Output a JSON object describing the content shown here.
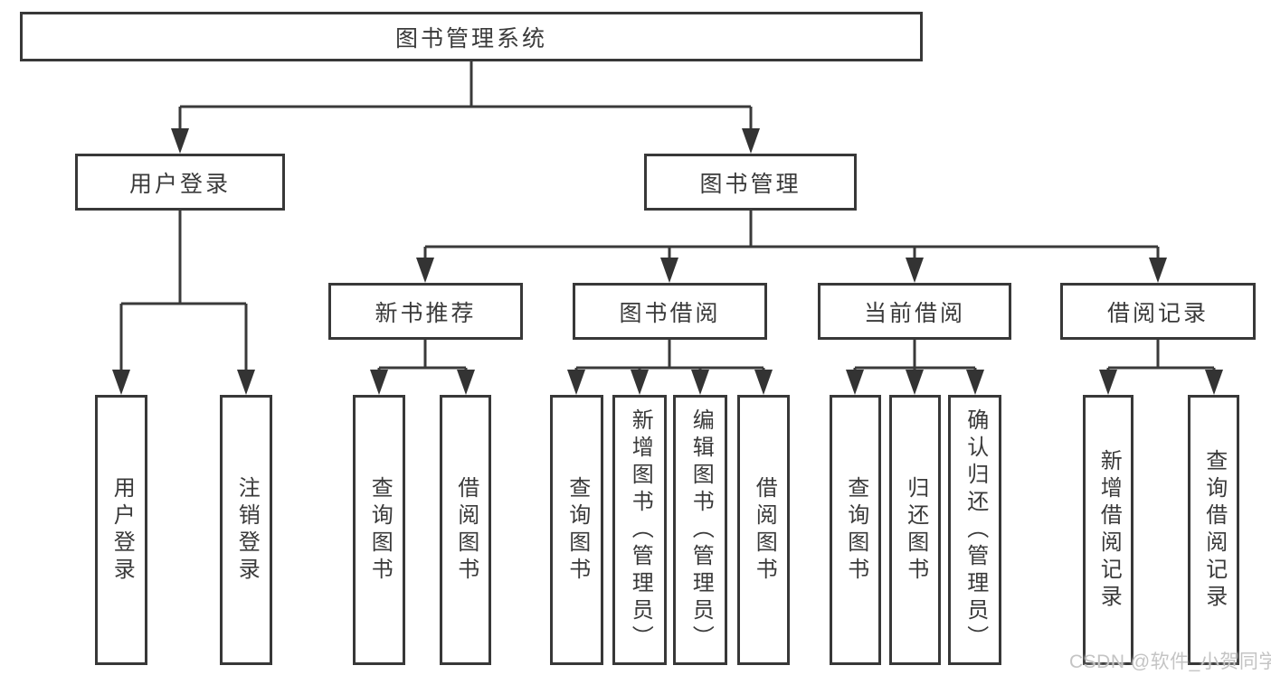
{
  "tree": {
    "root_label": "图书管理系统",
    "user_login": {
      "label": "用户登录",
      "leaves": [
        "用户登录",
        "注销登录"
      ]
    },
    "book_management": {
      "label": "图书管理",
      "sections": {
        "new_book": {
          "label": "新书推荐",
          "leaves": [
            "查询图书",
            "借阅图书"
          ]
        },
        "book_borrow": {
          "label": "图书借阅",
          "leaves": [
            "查询图书",
            "新增图书（管理员）",
            "编辑图书（管理员）",
            "借阅图书"
          ]
        },
        "current_borrow": {
          "label": "当前借阅",
          "leaves": [
            "查询图书",
            "归还图书",
            "确认归还（管理员）"
          ]
        },
        "borrow_record": {
          "label": "借阅记录",
          "leaves": [
            "新增借阅记录",
            "查询借阅记录"
          ]
        }
      }
    }
  },
  "watermark": "CSDN @软件_小贺同学",
  "colors": {
    "line": "#3a3a3a",
    "box_border": "#383838",
    "box_fill": "#ffffff",
    "text": "#3a3a3a",
    "watermark": "#c4c4c4",
    "background": "#ffffff"
  }
}
